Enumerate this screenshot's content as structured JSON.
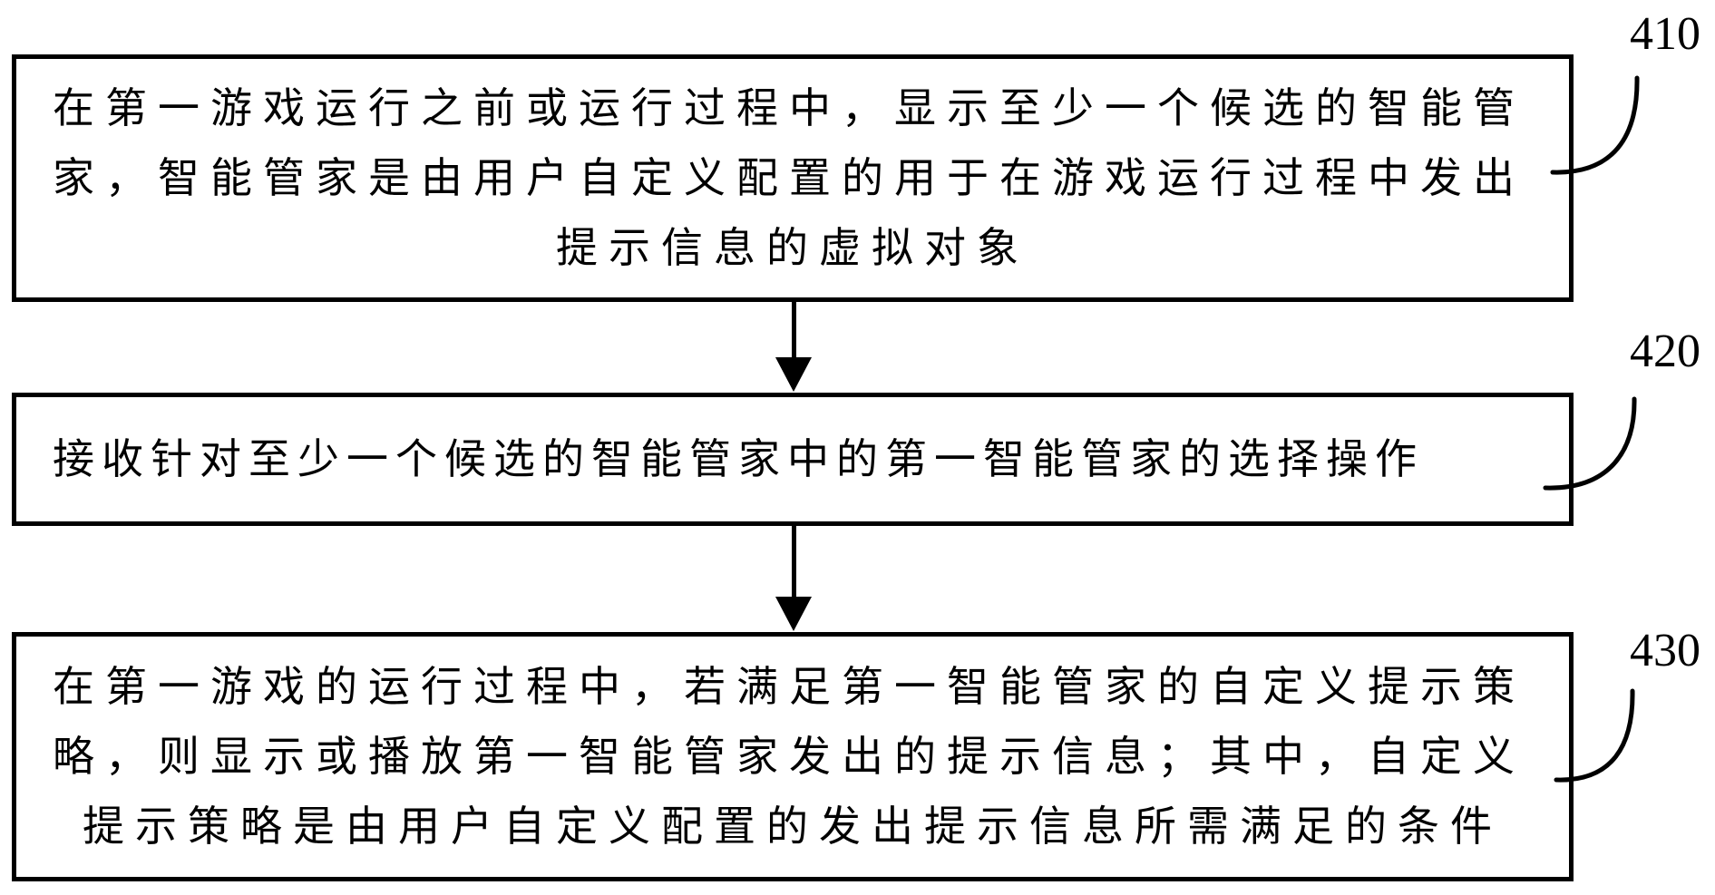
{
  "figure": {
    "background_color": "#ffffff",
    "ink_color": "#000000",
    "boxes": [
      {
        "ref": "410",
        "lines": [
          "在第一游戏运行之前或运行过程中，显示至少一个候选的智能管",
          "家，智能管家是由用户自定义配置的用于在游戏运行过程中发出",
          "提示信息的虚拟对象"
        ]
      },
      {
        "ref": "420",
        "lines": [
          "接收针对至少一个候选的智能管家中的第一智能管家的选择操作"
        ]
      },
      {
        "ref": "430",
        "lines": [
          "在第一游戏的运行过程中，若满足第一智能管家的自定义提示策",
          "略，则显示或播放第一智能管家发出的提示信息；其中，自定义",
          "提示策略是由用户自定义配置的发出提示信息所需满足的条件"
        ]
      }
    ]
  }
}
